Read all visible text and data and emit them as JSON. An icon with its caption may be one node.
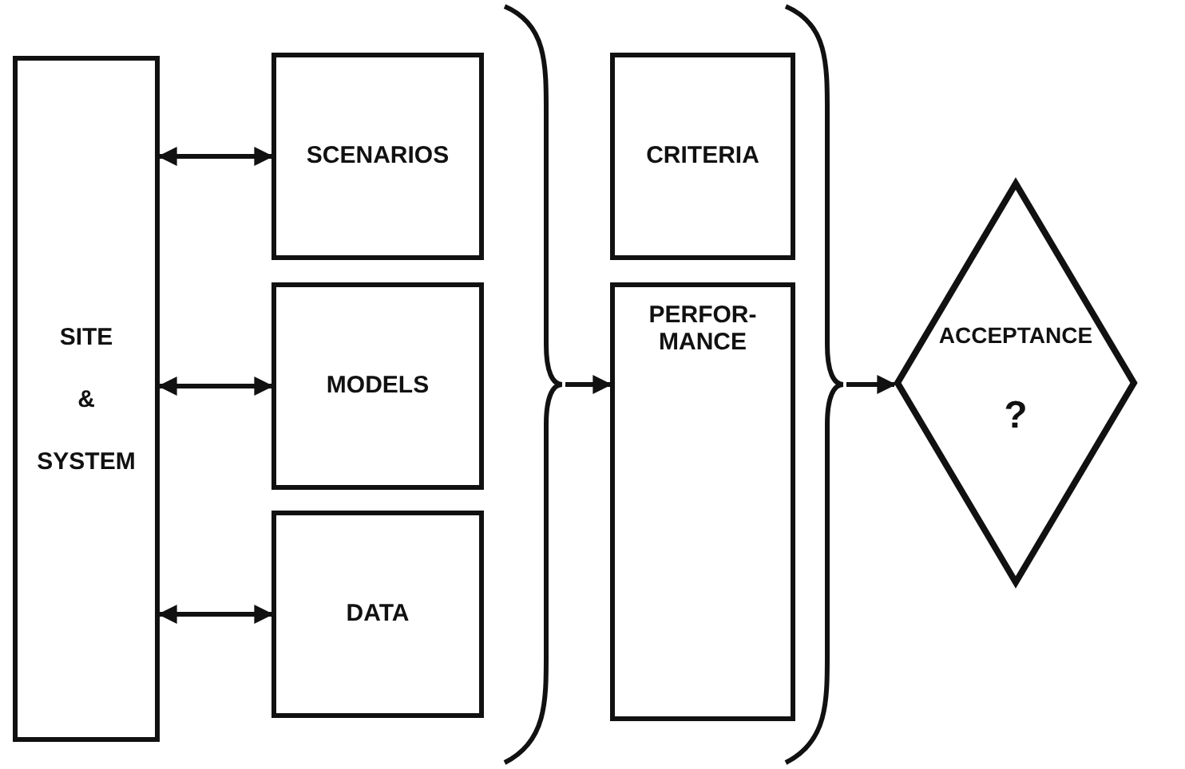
{
  "diagram": {
    "nodes": [
      {
        "text": [
          "SITE & SYSTEM"
        ]
      },
      {
        "text": [
          "SCENARIOS"
        ]
      },
      {
        "text": [
          "MODELS"
        ]
      },
      {
        "text": [
          "DATA"
        ]
      },
      {
        "text": [],
        "shape": "brace"
      },
      {
        "text": [
          "CRITERIA"
        ]
      },
      {
        "text": [
          "PERFOR- MANCE"
        ]
      },
      {
        "text": [],
        "shape": "brace"
      },
      {
        "text": [
          "ACCEPTANCE",
          "?"
        ]
      }
    ],
    "edges": [
      {
        "from": 0,
        "to": 1,
        "arrow": "both"
      },
      {
        "from": 0,
        "to": 2,
        "arrow": "both"
      },
      {
        "from": 0,
        "to": 3,
        "arrow": "both"
      },
      {
        "from": 4,
        "to": 6,
        "arrow": "to"
      },
      {
        "from": 7,
        "to": 8,
        "arrow": "to"
      }
    ]
  }
}
